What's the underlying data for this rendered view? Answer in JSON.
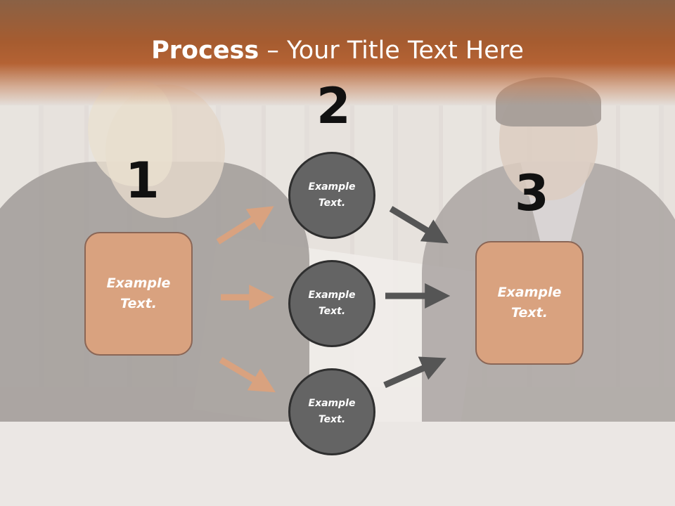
{
  "title": {
    "bold": "Process",
    "separator": " – ",
    "rest": "Your Title Text Here"
  },
  "steps": [
    {
      "number": "1",
      "text": "Example Text."
    },
    {
      "number": "2",
      "nodes": [
        "Example Text.",
        "Example Text.",
        "Example Text."
      ]
    },
    {
      "number": "3",
      "text": "Example Text."
    }
  ],
  "colors": {
    "header": "#a65c30",
    "box_fill": "#d9a27f",
    "box_border": "#8a6656",
    "circle_fill": "#646464",
    "arrow_left": "#d9a27f",
    "arrow_right": "#555555"
  }
}
